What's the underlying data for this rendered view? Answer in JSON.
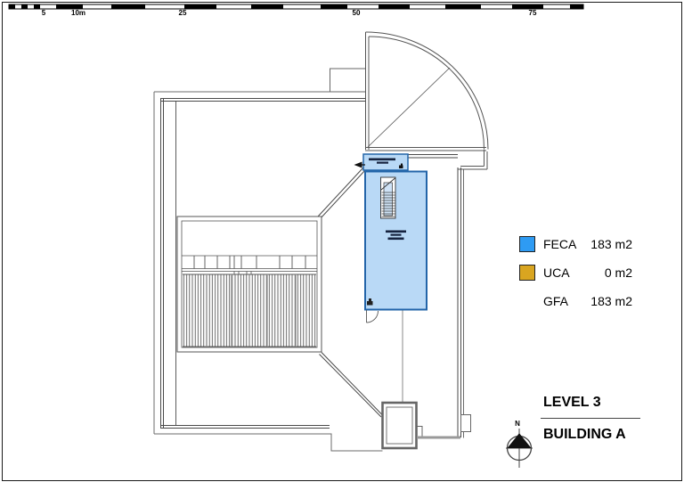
{
  "page": {
    "background": "#ffffff",
    "border_color": "#1a1a1a",
    "type_note": "architectural floor plan key plan"
  },
  "scale_bar": {
    "labels": [
      "5",
      "10m",
      "25",
      "50",
      "75"
    ]
  },
  "legend": {
    "rows": [
      {
        "label": "FECA",
        "value": "183 m2",
        "swatch_color": "#2E9BF3"
      },
      {
        "label": "UCA",
        "value": "0 m2",
        "swatch_color": "#D9A520"
      },
      {
        "label": "GFA",
        "value": "183 m2",
        "swatch_color": null
      }
    ]
  },
  "title_block": {
    "level": "LEVEL 3",
    "building": "BUILDING A",
    "north": "N"
  },
  "plan_colors": {
    "feca_fill": "#B9D9F6",
    "feca_stroke": "#2365A9",
    "wall_line": "#4a4a4a",
    "thick_wall": "#999999"
  }
}
